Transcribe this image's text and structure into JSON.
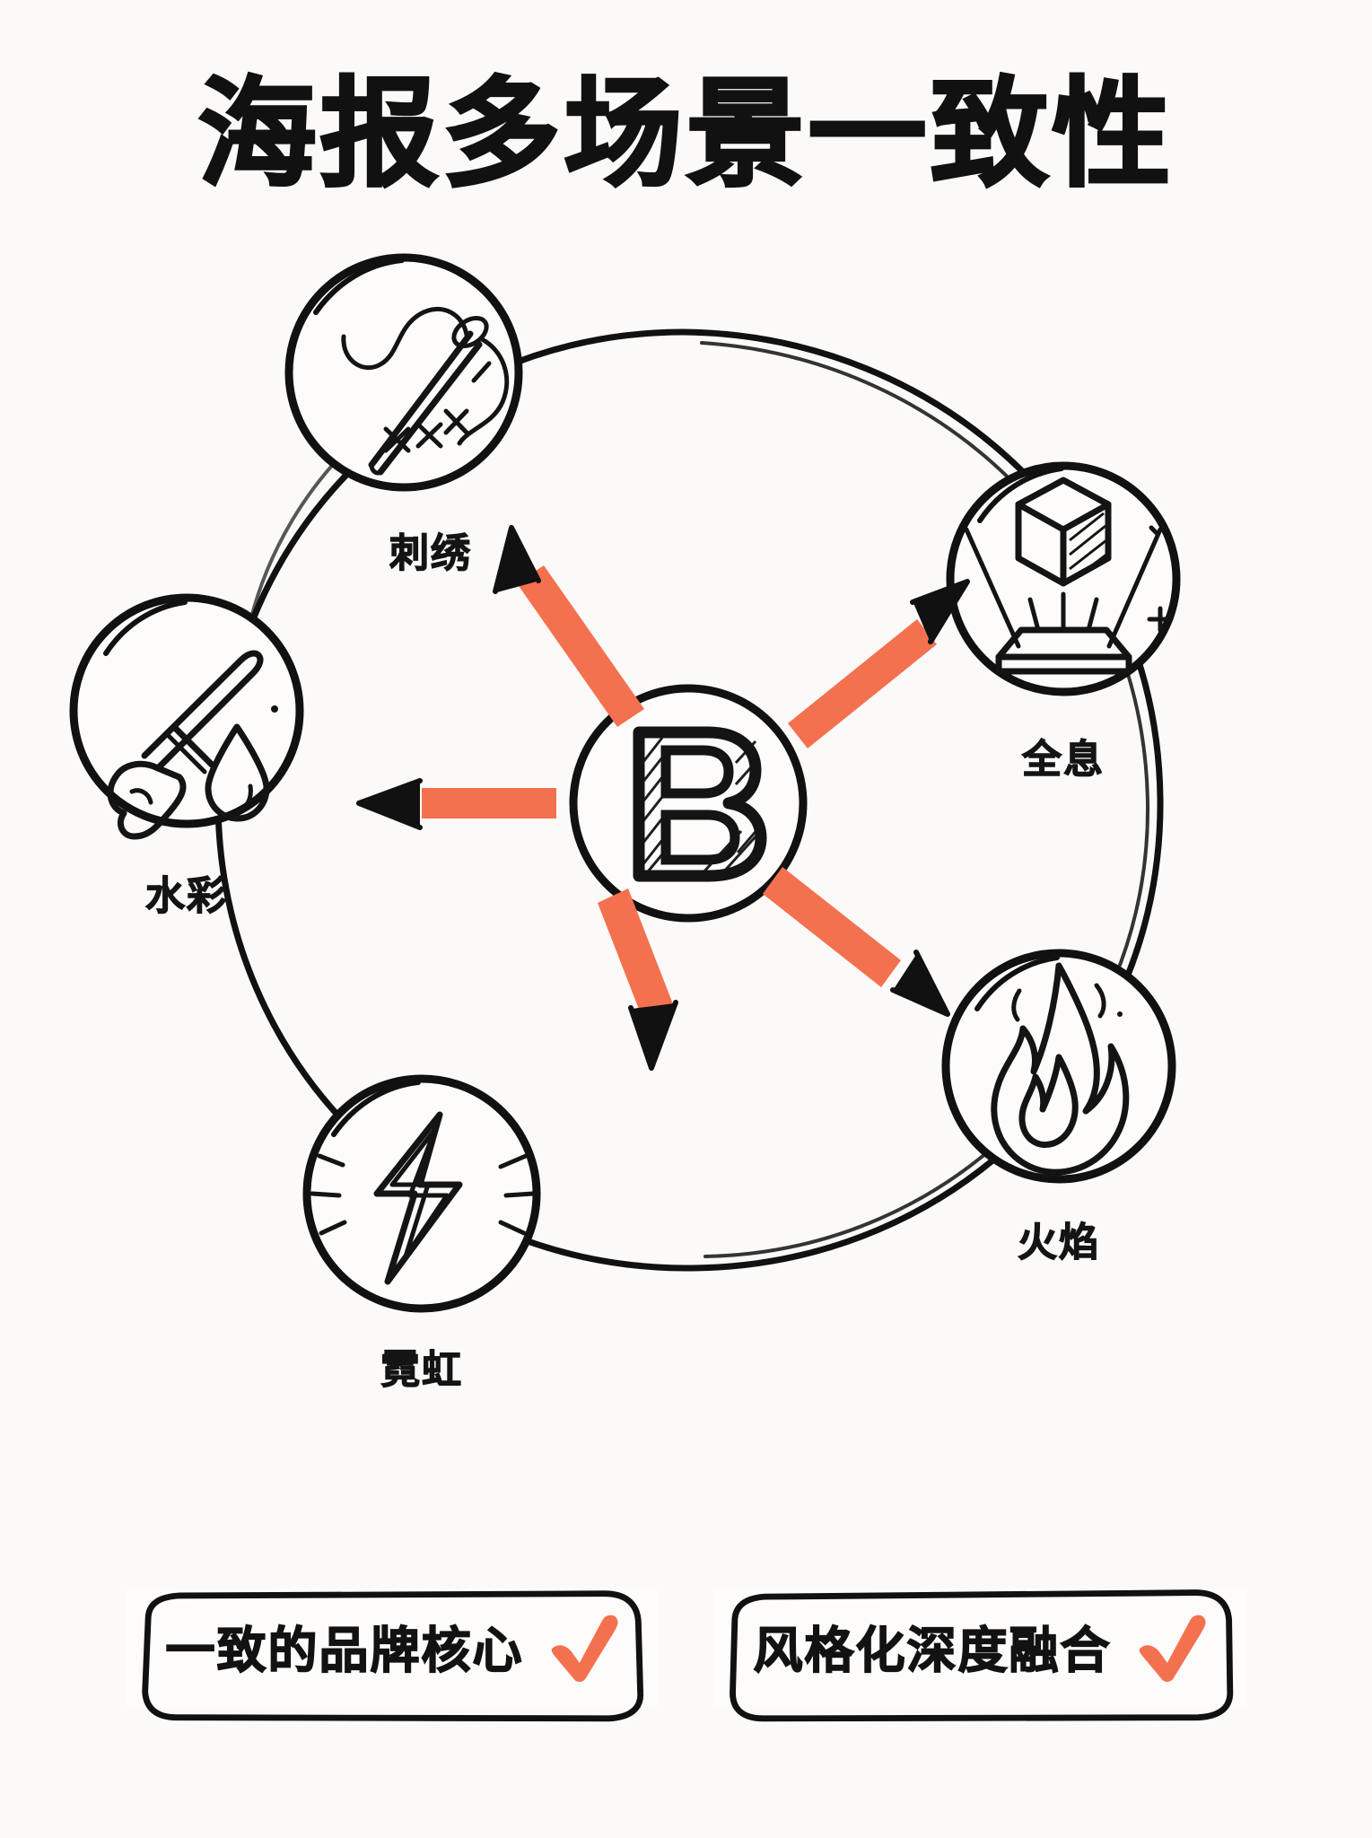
{
  "page": {
    "title": "海报多场景一致性",
    "background_color": "#fbfaf8",
    "ink_color": "#111111",
    "accent_color": "#f4714f"
  },
  "diagram": {
    "type": "radial-hub-and-spoke",
    "hub": {
      "label": "B",
      "name": "brand-core",
      "shape": "circle",
      "style": "hand-drawn sketch, hatched letter"
    },
    "ring": {
      "visible": true,
      "style": "hand-drawn double circle outline"
    },
    "arrow_color": "#f4714f",
    "arrow_outline_color": "#111111",
    "nodes": [
      {
        "id": "embroidery",
        "label": "刺绣",
        "icon": "needle-thread-icon",
        "position": "top-left",
        "arrow_direction": "up-left"
      },
      {
        "id": "hologram",
        "label": "全息",
        "icon": "hologram-cube-projector-icon",
        "position": "right-top",
        "arrow_direction": "up-right"
      },
      {
        "id": "watercolor",
        "label": "水彩",
        "icon": "paintbrush-waterdrop-icon",
        "position": "left",
        "arrow_direction": "left"
      },
      {
        "id": "flame",
        "label": "火焰",
        "icon": "flame-icon",
        "position": "right-bottom",
        "arrow_direction": "down-right"
      },
      {
        "id": "neon",
        "label": "霓虹",
        "icon": "lightning-bolt-neon-icon",
        "position": "bottom",
        "arrow_direction": "down"
      }
    ]
  },
  "badges": [
    {
      "id": "consistent-brand-core",
      "text": "一致的品牌核心",
      "icon": "check-mark-icon",
      "icon_color": "#f4714f"
    },
    {
      "id": "stylized-deep-fusion",
      "text": "风格化深度融合",
      "icon": "check-mark-icon",
      "icon_color": "#f4714f"
    }
  ]
}
